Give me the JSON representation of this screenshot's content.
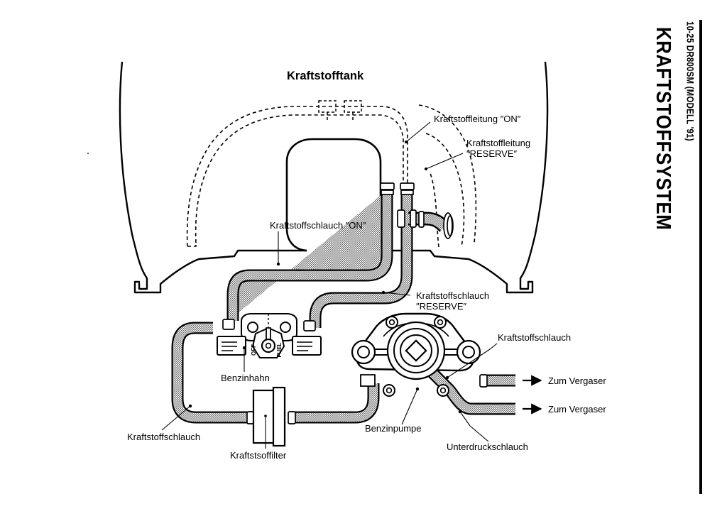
{
  "page": {
    "folio": "10-25  DR800SM (MODELL '91)",
    "chapter": "KRAFTSTOFFSYSTEM",
    "bg_color": "#ffffff",
    "ink_color": "#000000"
  },
  "figure": {
    "title": "Kraftstofftank",
    "hose_fill": "#b9b9b9"
  },
  "labels": {
    "leitung_on": "Kraftstoffleitung ″ON″",
    "leitung_reserve_l1": "Kraftstoffleitung",
    "leitung_reserve_l2": "″RESERVE″",
    "schlauch_on": "Kraftstoffschlauch ″ON″",
    "schlauch_reserve_l1": "Kraftstoffschlauch",
    "schlauch_reserve_l2": "″RESERVE″",
    "benzinhahn": "Benzinhahn",
    "kraftstoffschlauch_left": "Kraftstoffschlauch",
    "kraftstoffilter": "Kraftstsoffilter",
    "kraftstoffschlauch_right": "Kraftstoffschlauch",
    "benzinpumpe": "Benzinpumpe",
    "unterdruckschlauch": "Unterdruckschlauch",
    "zum_vergaser_1": "Zum Vergaser",
    "zum_vergaser_2": "Zum Vergaser"
  },
  "petcock": {
    "off": "OFF",
    "fuel": "FUEL"
  }
}
